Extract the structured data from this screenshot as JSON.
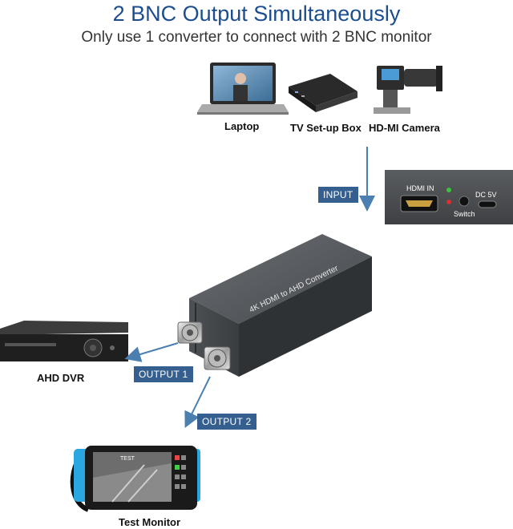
{
  "header": {
    "title": "2 BNC Output Simultaneously",
    "subtitle": "Only use 1 converter to connect with 2 BNC monitor"
  },
  "sources": {
    "laptop": "Laptop",
    "tv_box": "TV Set-up Box",
    "camera": "HD-MI Camera"
  },
  "ports_panel": {
    "hdmi_in": "HDMI IN",
    "dc": "DC 5V",
    "switch": "Switch"
  },
  "device": {
    "label": "4K HDMI to AHD Converter"
  },
  "flow": {
    "input": "INPUT",
    "output1": "OUTPUT 1",
    "output2": "OUTPUT 2"
  },
  "outputs": {
    "dvr": "AHD DVR",
    "monitor": "Test Monitor",
    "monitor_screen_text": "TEST"
  },
  "colors": {
    "title": "#1c4e8f",
    "tag_bg": "#355f8f",
    "arrow": "#4a7fb0",
    "monitor_frame": "#2aa6e0"
  }
}
